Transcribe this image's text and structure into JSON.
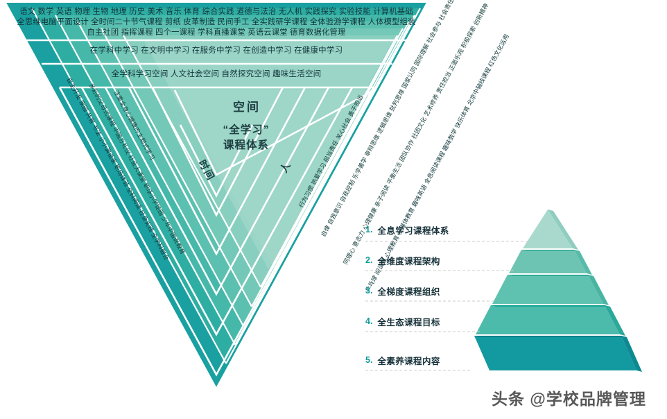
{
  "diagram": {
    "core": {
      "title_line1": "“全学习”",
      "title_line2": "课程体系",
      "space_label": "空间",
      "time_label": "时间",
      "people_label": "人"
    },
    "bands_top": [
      {
        "name": "subjects-row-1",
        "text": "语文 数学 英语 物理 生物 地理 历史 美术 音乐 体育 综合实践 道德与法治 无人机 实践探究 实验技能 计算机基础"
      },
      {
        "name": "subjects-row-2",
        "text": "全思维电脑平面设计 全时间二十节气课程 剪纸 皮革制造 民间手工 全实践研学课程 全体验游学课程 人体模型组装"
      },
      {
        "name": "subjects-row-3",
        "text": "自主社团 指挥课程 四个一课程 学科直播课堂 英语云课堂 德育数据化管理"
      }
    ],
    "band_learning": "在学科中学习 在文明中学习 在服务中学习 在创造中学习 在健康中学习",
    "band_space": "全学科学习空间 人文社会空间 自然探究空间  趣味生活空间",
    "left_rotated": [
      {
        "name": "left-band-1",
        "text": "注重全身心健康的主题式学习"
      },
      {
        "name": "left-band-2",
        "text": "多彩的父母式课程 中国方礼仪 社会大课堂 职场小学徒园 少年中国说教育"
      },
      {
        "name": "left-band-3",
        "text": "自主开发 家园 共育 书法 小小演说家 职场体验 全科阅读 社会实践 全学科融合"
      }
    ],
    "right_rotated": [
      {
        "name": "right-band-1",
        "text": "行为习惯 热爱学习 担当责任 关心社会 勇于担当"
      },
      {
        "name": "right-band-2",
        "text": "自律 自我意识 自我控制 乐学善学 审辩思维 逻辑思维 批判思维 国家认同 国际理解 社会参与 社会责任 可持续发展能力"
      },
      {
        "name": "right-band-3",
        "text": "同理心 意志力 心理健康 亲子阅读 平衡生活 团队协作 社团文化 艺术修养 责任担当 正面乐观 积极探索 创新精神"
      },
      {
        "name": "right-band-4",
        "text": "乒乓球 阅读课 心理教育 全媒体教育 趣味英语 全息阅读课程 趣味数学 快乐体育 北京中轴线课程 红色文化运用"
      }
    ]
  },
  "pyramid": {
    "levels": [
      {
        "num": "1.",
        "label": "全息学习课程体系",
        "color": "#a9d9cd"
      },
      {
        "num": "2.",
        "label": "全维度课程架构",
        "color": "#74c7b5"
      },
      {
        "num": "3.",
        "label": "全梯度课程组织",
        "color": "#5fc2b0"
      },
      {
        "num": "4.",
        "label": "全生态课程目标",
        "color": "#41b3a3"
      },
      {
        "num": "5.",
        "label": "全素养课程内容",
        "color": "#139aa0"
      }
    ],
    "num_color": "#0f9a9a",
    "label_color": "#17323a"
  },
  "watermark": {
    "text": "头条 @学校品牌管理"
  },
  "colors": {
    "band_outer": "#1aa0a0",
    "band_2": "#36b3a6",
    "band_3": "#57bfae",
    "band_4": "#74c8b6",
    "band_5": "#8fd2c3",
    "band_6": "#a3d9cc",
    "core": "#9ed6c8",
    "divider": "#ffffff",
    "text_dark": "#12343a"
  }
}
